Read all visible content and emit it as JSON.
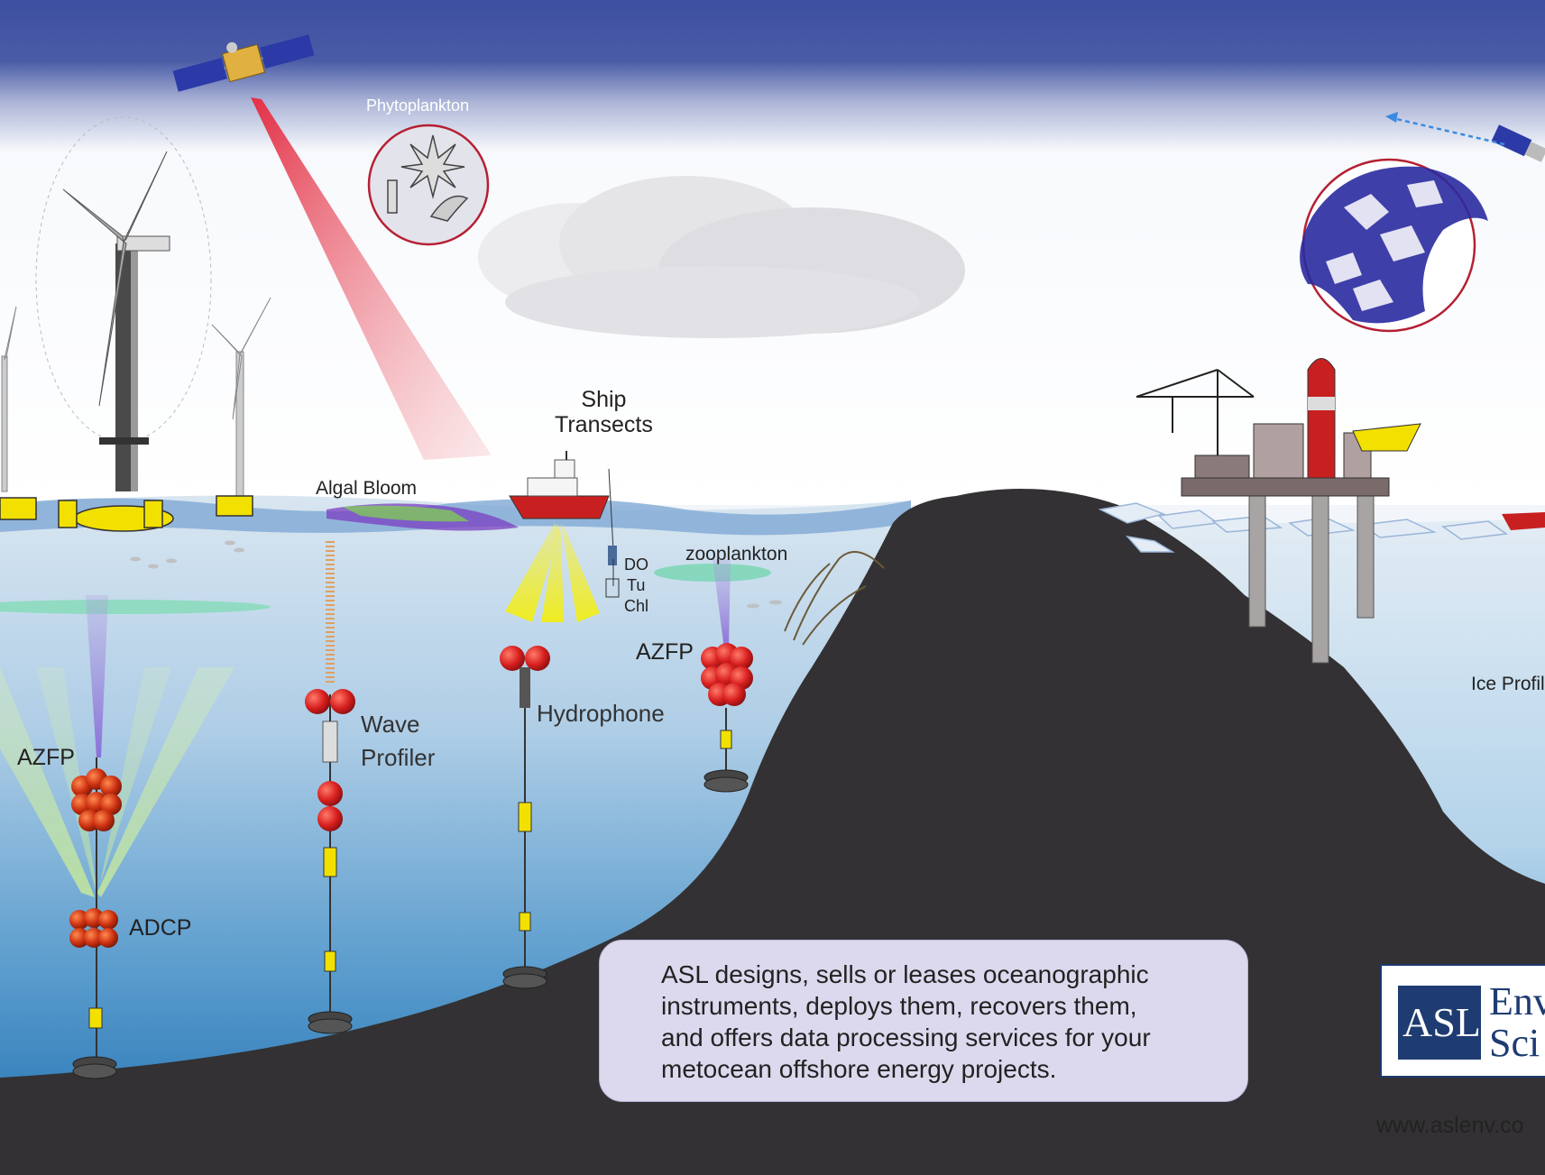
{
  "labels": {
    "phytoplankton": "Phytoplankton",
    "ship_transects": "Ship\nTransects",
    "algal_bloom": "Algal Bloom",
    "zooplankton": "zooplankton",
    "do": "DO",
    "tu": "Tu",
    "chl": "Chl",
    "azfp_right": "AZFP",
    "hydrophone": "Hydrophone",
    "wave_profiler": "Wave\nProfiler",
    "azfp_left": "AZFP",
    "adcp": "ADCP",
    "ice_profiler": "Ice Profil"
  },
  "info_box": {
    "text": "ASL designs, sells or leases oceanographic\ninstruments, deploys them, recovers them,\nand offers data processing services for your\nmetocean offshore energy projects."
  },
  "logo": {
    "abbr": "ASL",
    "name_line1": "Envi",
    "name_line2": "Sci"
  },
  "website": "www.aslenv.co",
  "icons": [
    "satellite-icon",
    "wind-turbine-icon",
    "ship-icon",
    "oil-platform-icon",
    "mooring-icon",
    "float-icon",
    "ice-icon",
    "cloud-icon"
  ],
  "colors": {
    "sky_top": "#3d4fa0",
    "water_surface": "#bcd7ea",
    "water_deep": "#2f7fbf",
    "seabed": "#333133",
    "buoy_red": "#d81f1f",
    "instrument_yellow": "#f2e000",
    "beam_red": "#e03040",
    "beam_green": "#b8e0a0",
    "info_box": "#dcd9ee",
    "logo_blue": "#1e3c72"
  }
}
